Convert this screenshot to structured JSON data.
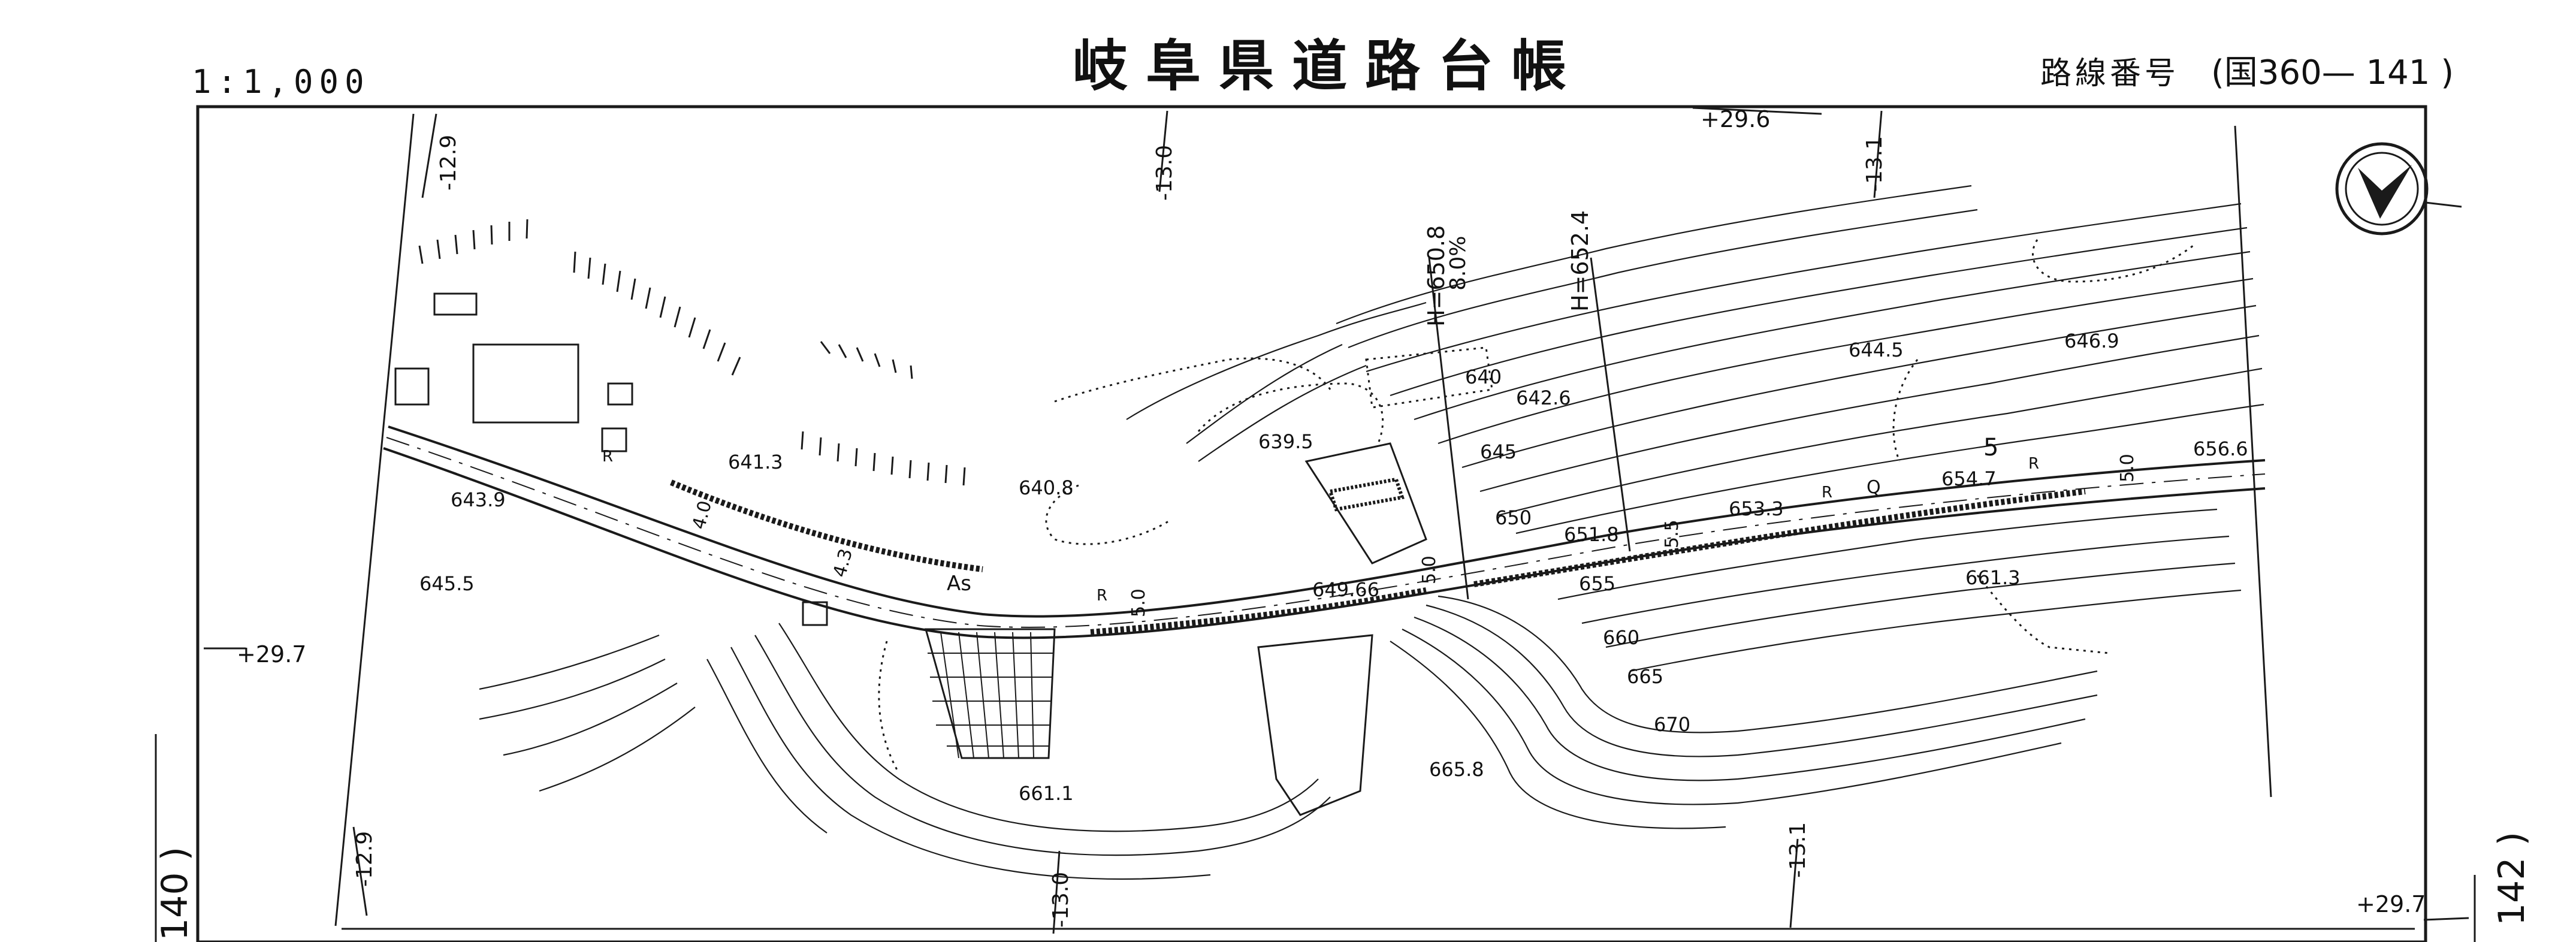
{
  "header": {
    "scale": "1:1,000",
    "title": "岐阜県道路台帳",
    "route_label": "路線番号",
    "route_number": "(国360— 141 )"
  },
  "adjacent_sheets": {
    "left": "140 )",
    "right": "142 )"
  },
  "coordinate_ticks": {
    "top_left": "-12.9",
    "top_mid": "-13.0",
    "top_right": "-13.1",
    "bottom_left": "-12.9",
    "bottom_mid": "-13.0",
    "bottom_right": "-13.1",
    "top_offset": "+29.6",
    "left_offset": "+29.7",
    "right_offset": "+29.7"
  },
  "elevations": {
    "e643_9": "643.9",
    "e645_5": "645.5",
    "e641_3": "641.3",
    "e640_8": "640.8",
    "e639_5": "639.5",
    "e642_6": "642.6",
    "e644_5": "644.5",
    "e646_9": "646.9",
    "e649_66": "649.66",
    "e651_8": "651.8",
    "e653_3": "653.3",
    "e654_7": "654.7",
    "e656_6": "656.6",
    "e661_3": "661.3",
    "e665_8": "665.8",
    "e661_1": "661.1"
  },
  "contour_labels": {
    "c640": "640",
    "c645": "645",
    "c650": "650",
    "c655": "655",
    "c660": "660",
    "c665": "665",
    "c670": "670"
  },
  "section_labels": {
    "h1": "H=650.8",
    "g1": "8.0%",
    "h2": "H=652.4"
  },
  "road_widths": {
    "w4_0": "4.0",
    "w4_3": "4.3",
    "w5_0a": "5.0",
    "w5_0b": "5.0",
    "w5_5": "5.5",
    "w5_0c": "5.0"
  },
  "road_marks": {
    "as": "As",
    "r1": "R",
    "r2": "R",
    "r3": "R",
    "r4": "R",
    "q": "Q",
    "five": "5"
  },
  "north_arrow": {
    "icon": "north-arrow-icon"
  }
}
